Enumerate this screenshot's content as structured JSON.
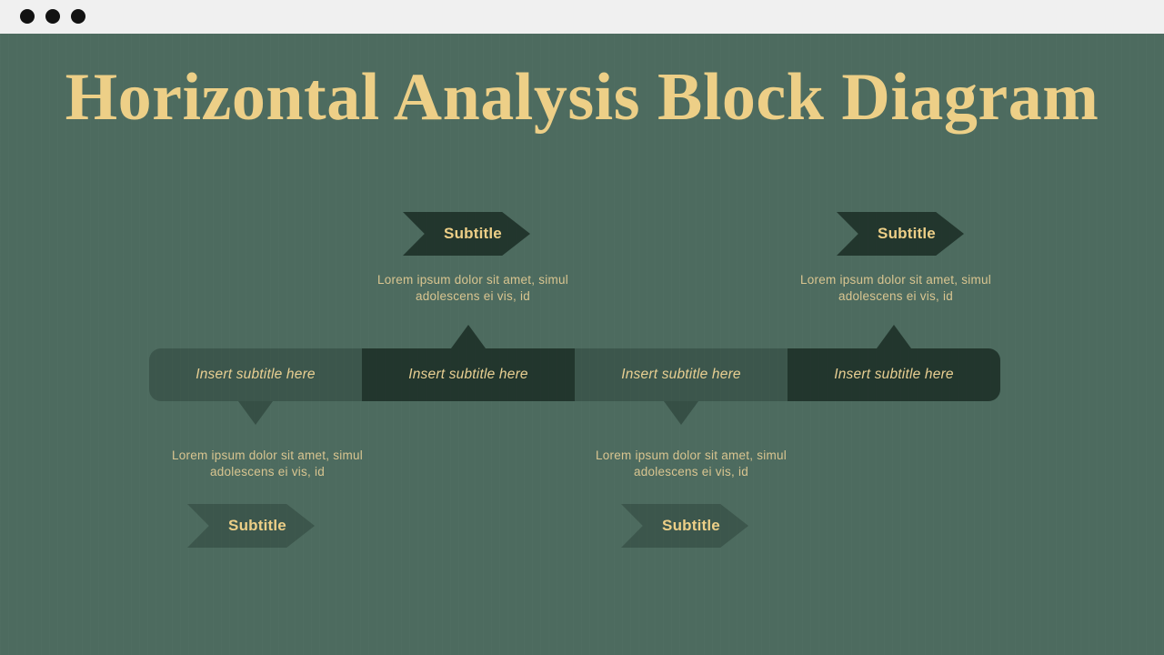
{
  "window": {
    "dots": [
      "close-dot",
      "minimize-dot",
      "maximize-dot"
    ]
  },
  "slide": {
    "title": "Horizontal Analysis Block Diagram",
    "background_color": "#4d6b5f",
    "accent_color": "#edcf87",
    "body_text_color": "#d9c590",
    "block_dark_color": "#2b3c34",
    "block_light_color": "#3f5d52"
  },
  "main_bar": {
    "segments": [
      {
        "label": "Insert subtitle here",
        "tone": "light",
        "pointer": "down"
      },
      {
        "label": "Insert subtitle here",
        "tone": "dark",
        "pointer": "up"
      },
      {
        "label": "Insert subtitle here",
        "tone": "light",
        "pointer": "down"
      },
      {
        "label": "Insert subtitle here",
        "tone": "dark",
        "pointer": "up"
      }
    ]
  },
  "branches": {
    "top": [
      {
        "ribbon_label": "Subtitle",
        "description": "Lorem ipsum dolor sit amet, simul adolescens ei vis, id"
      },
      {
        "ribbon_label": "Subtitle",
        "description": "Lorem ipsum dolor sit amet, simul adolescens ei vis, id"
      }
    ],
    "bottom": [
      {
        "ribbon_label": "Subtitle",
        "description": "Lorem ipsum dolor sit amet, simul adolescens ei vis, id"
      },
      {
        "ribbon_label": "Subtitle",
        "description": "Lorem ipsum dolor sit amet, simul adolescens ei vis, id"
      }
    ]
  }
}
